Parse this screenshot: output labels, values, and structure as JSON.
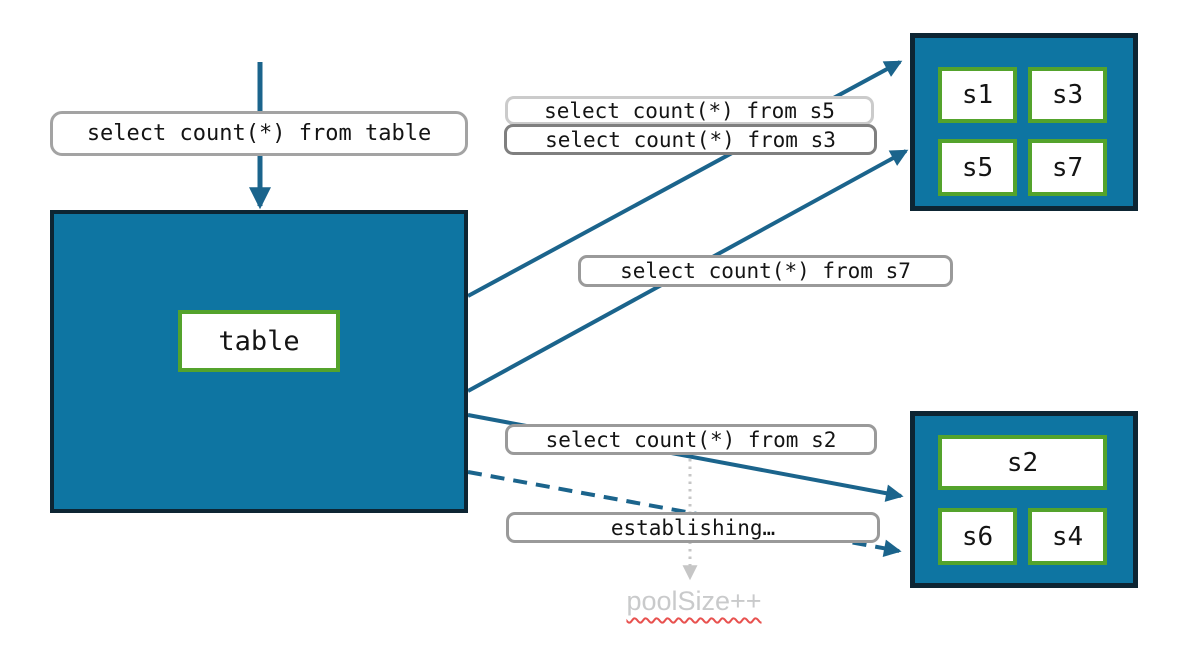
{
  "main_box": {
    "label": "table"
  },
  "queries": {
    "table": "select count(*) from table",
    "s5": "select count(*) from s5",
    "s3": "select count(*) from s3",
    "s7": "select count(*) from s7",
    "s2": "select count(*) from s2"
  },
  "status": {
    "establishing": "establishing…",
    "pool_note": "poolSize++"
  },
  "shards": {
    "top": [
      "s1",
      "s3",
      "s5",
      "s7"
    ],
    "bottom": [
      "s2",
      "s6",
      "s4"
    ]
  },
  "colors": {
    "container_fill": "#0e75a2",
    "container_border": "#0d2533",
    "shard_border": "#54a32c",
    "arrow_teal": "#1b648c",
    "label_border_gray": "#9a9a9a",
    "label_border_light": "#cbcbcb",
    "label_border_dark": "#7f7f7f",
    "muted_text": "#c9cacb",
    "squiggle_red": "#e8514f"
  }
}
